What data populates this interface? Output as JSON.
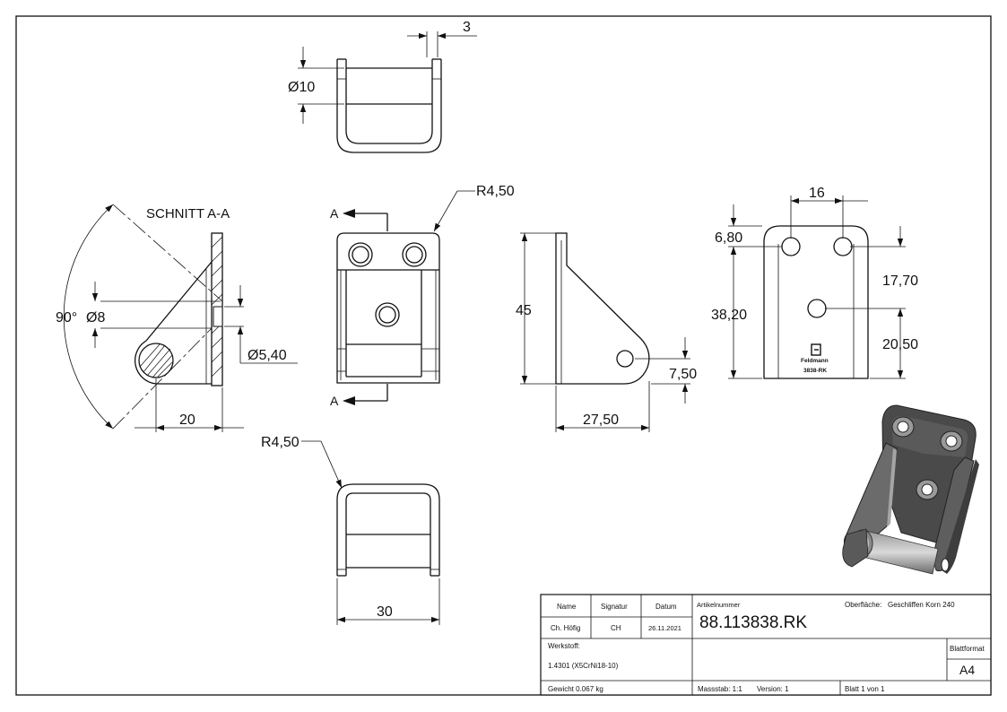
{
  "views": {
    "top": {
      "dim_width": "3",
      "dim_diameter": "Ø10"
    },
    "section": {
      "title": "SCHNITT A-A",
      "dim_angle": "90°",
      "dim_diameter_8": "Ø8",
      "dim_hole": "Ø5,40",
      "dim_width": "20"
    },
    "front": {
      "dim_radius": "R4,50",
      "section_label_top": "A",
      "section_label_bottom": "A"
    },
    "side": {
      "dim_height": "45",
      "dim_hole_height": "7,50",
      "dim_width": "27,50"
    },
    "back": {
      "dim_spacing": "16",
      "dim_top_offset": "6,80",
      "dim_height": "38,20",
      "dim_hole_offset": "17,70",
      "dim_hole_height": "20,50",
      "logo_text": "Feldmann",
      "part_marking": "3838-RK"
    },
    "bottom": {
      "dim_radius": "R4,50",
      "dim_width": "30"
    }
  },
  "title_block": {
    "headers": {
      "name": "Name",
      "signature": "Signatur",
      "date": "Datum",
      "article": "Artikelnummer",
      "surface_label": "Oberfläche:",
      "sheet_format": "Blattformat"
    },
    "name": "Ch. Höfig",
    "signature": "CH",
    "date": "26.11.2021",
    "article_number": "88.113838.RK",
    "surface": "Geschliffen Korn 240",
    "material_label": "Werkstoff:",
    "material": "1.4301 (X5CrNi18-10)",
    "sheet_format": "A4",
    "weight": "Gewicht 0.067 kg",
    "scale": "Massstab: 1:1",
    "version": "Version: 1",
    "sheet": "Blatt 1 von 1"
  },
  "colors": {
    "line": "#111111",
    "render_dark": "#4a4a4a",
    "render_mid": "#6b6b6b",
    "render_light": "#a5a5a5"
  }
}
